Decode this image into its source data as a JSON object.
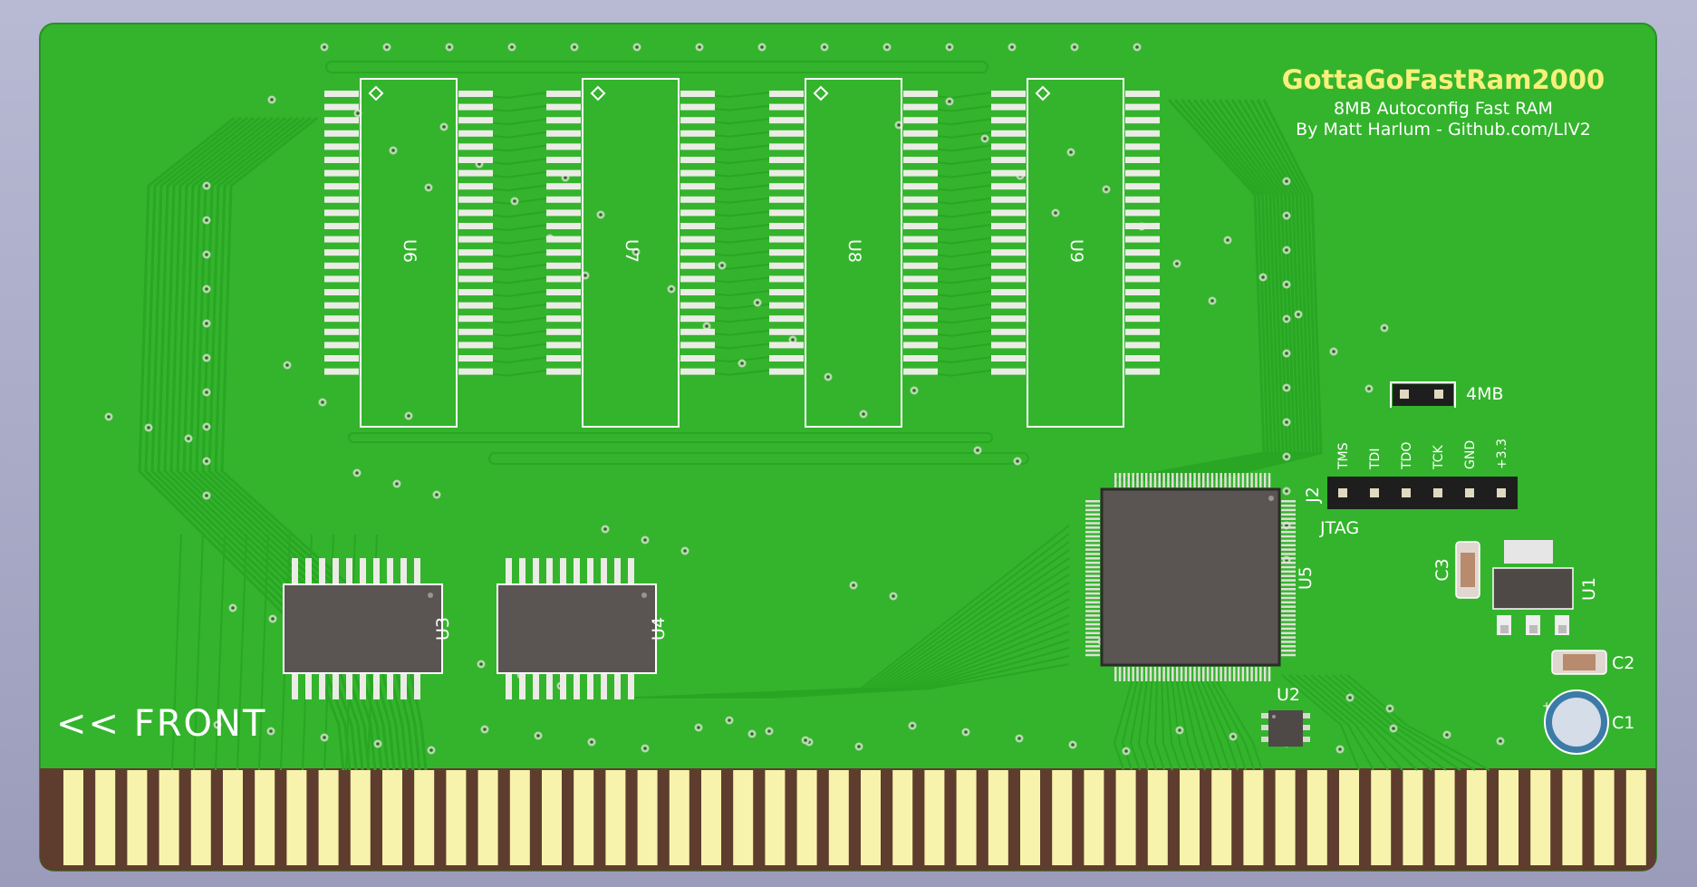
{
  "board": {
    "title": "GottaGoFastRam2000",
    "subtitle": "8MB Autoconfig Fast RAM",
    "byline": "By Matt Harlum - Github.com/LIV2",
    "front_label": "<< FRONT"
  },
  "components": {
    "u6": "U6",
    "u7": "U7",
    "u8": "U8",
    "u9": "U9",
    "u3": "U3",
    "u4": "U4",
    "u5": "U5",
    "u2": "U2",
    "u1": "U1",
    "c1": "C1",
    "c2": "C2",
    "c3": "C3",
    "j2": "J2",
    "jtag": "JTAG",
    "jumper": "4MB"
  },
  "jtag_pins": [
    "TMS",
    "TDI",
    "TDO",
    "TCK",
    "GND",
    "+3.3"
  ],
  "colors": {
    "pcb": "#33b42c",
    "pcb_dark": "#2a9a25",
    "trace": "#28a023",
    "silk": "#ffffff",
    "silk_title": "#f7f07a",
    "pad": "#e8e8e0",
    "finger": "#f7f3ac",
    "edge": "#5e3d2e",
    "ic_body": "#5a5452"
  }
}
